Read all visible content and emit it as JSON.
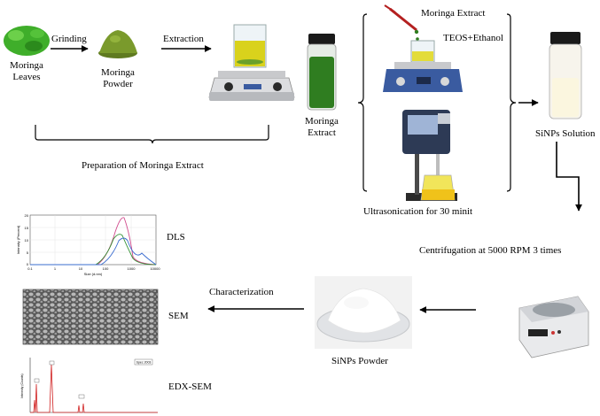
{
  "labels": {
    "moringa_leaves_1": "Moringa",
    "moringa_leaves_2": "Leaves",
    "grinding": "Grinding",
    "moringa_powder_1": "Moringa",
    "moringa_powder_2": "Powder",
    "extraction": "Extraction",
    "moringa_extract_1": "Moringa",
    "moringa_extract_2": "Extract",
    "moringa_extract_top": "Moringa Extract",
    "teos_ethanol": "TEOS+Ethanol",
    "sinps_solution": "SiNPs Solution",
    "preparation": "Preparation of Moringa Extract",
    "ultrasonication": "Ultrasonication for 30 minit",
    "centrifugation": "Centrifugation at 5000 RPM 3 times",
    "characterization": "Characterization",
    "sinps_powder": "SiNPs Powder",
    "dls": "DLS",
    "sem": "SEM",
    "edx_sem": "EDX-SEM"
  },
  "dls_plot": {
    "y_ticks": [
      "20",
      "15",
      "10",
      "5",
      "0"
    ],
    "x_ticks": [
      "0.1",
      "1",
      "10",
      "100",
      "1000",
      "10000"
    ],
    "y_label": "Intensity (Percent)",
    "x_label": "Size (d.nm)"
  },
  "edx_plot": {
    "y_label": "Intensity (Counts)",
    "legend": "Spec 2003"
  },
  "colors": {
    "moringa_green": "#2f7d20",
    "leaf_green": "#3fae2a",
    "powder_green": "#7a9a2c",
    "extract_yellow": "#d9d21c",
    "arrow": "#000000"
  }
}
